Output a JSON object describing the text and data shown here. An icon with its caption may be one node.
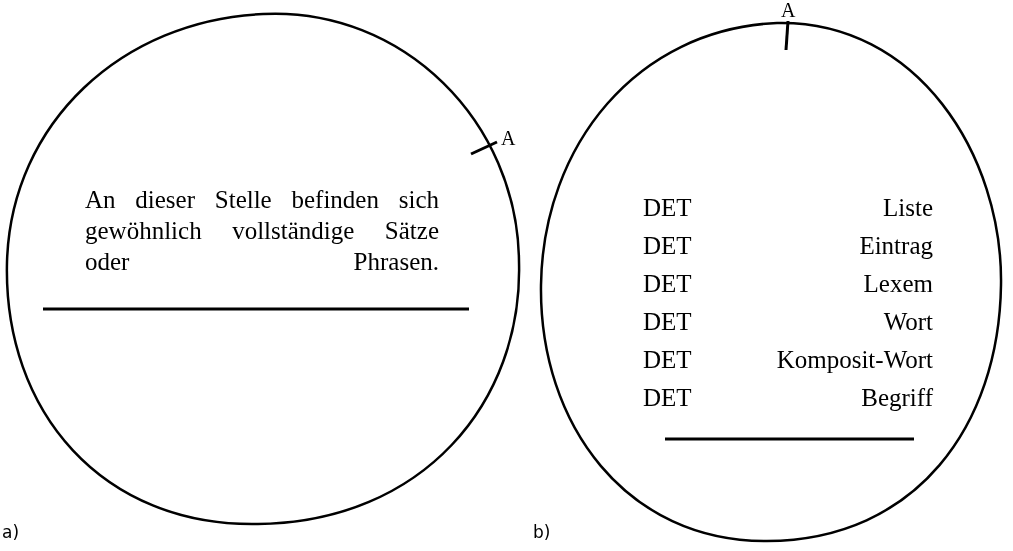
{
  "diagram": {
    "nodes": [
      {
        "text": [
          "An dieser Stelle befinden sich gewöhnlich vollständige Sätze oder Phrasen."
        ]
      },
      {
        "text": [
          "DET",
          "Liste",
          "DET",
          "Eintrag",
          "DET",
          "Lexem",
          "DET",
          "Wort",
          "DET",
          "Komposit-Wort",
          "DET",
          "Begriff"
        ]
      }
    ],
    "labels": [
      "A",
      "A",
      "a)",
      "b)"
    ]
  }
}
